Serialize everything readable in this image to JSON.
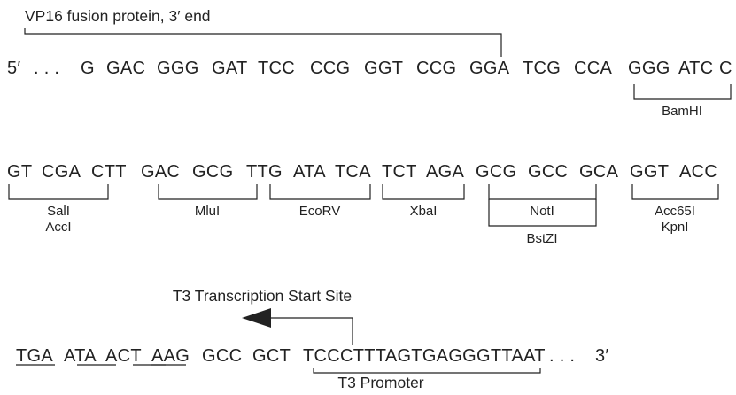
{
  "fusion_label": "VP16 fusion protein, 3′ end",
  "line1": {
    "prime5": "5′",
    "dots": ". . .",
    "codons": [
      "G",
      "GAC",
      "GGG",
      "GAT",
      "TCC",
      "CCG",
      "GGT",
      "CCG",
      "GGA",
      "TCG",
      "CCA",
      "GGG",
      "ATC",
      "C"
    ]
  },
  "line2": {
    "codons": [
      "GT",
      "CGA",
      "CTT",
      "GAC",
      "GCG",
      "TTG",
      "ATA",
      "TCA",
      "TCT",
      "AGA",
      "GCG",
      "GCC",
      "GCA",
      "GGT",
      "ACC"
    ]
  },
  "line3": {
    "codons": [
      "TGA",
      "ATA",
      "ACT",
      "AAG",
      "GCC",
      "GCT",
      "TCCCTTTAGTGAGGGTTAAT"
    ],
    "dots": ". . .",
    "prime3": "3′"
  },
  "sites": {
    "bamhi": "BamHI",
    "sali": "SalI",
    "acci": "AccI",
    "mlui": "MluI",
    "ecorv": "EcoRV",
    "xbai": "XbaI",
    "noti": "NotI",
    "bstzi": "BstZI",
    "acc65i": "Acc65I",
    "kpni": "KpnI"
  },
  "t3_start": "T3 Transcription Start Site",
  "t3_promoter": "T3 Promoter",
  "colors": {
    "ink": "#222222",
    "background": "#ffffff"
  }
}
